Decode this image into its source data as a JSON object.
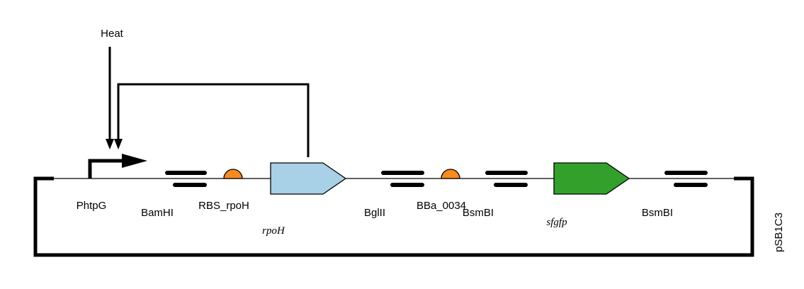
{
  "diagram": {
    "input_label": "Heat",
    "backbone_label": "pSB1C3",
    "parts": {
      "promoter": "PhtpG",
      "site1": "BamHI",
      "rbs1": "RBS_rpoH",
      "cds1": "rpoH",
      "site2": "BglII",
      "rbs2": "BBa_0034",
      "site3": "BsmBI",
      "cds2": "sfgfp",
      "site4": "BsmBI"
    },
    "colors": {
      "cds1_fill": "#a8d0e6",
      "cds2_fill": "#33a02c",
      "rbs_fill": "#f68b1f",
      "line": "#000000"
    }
  }
}
